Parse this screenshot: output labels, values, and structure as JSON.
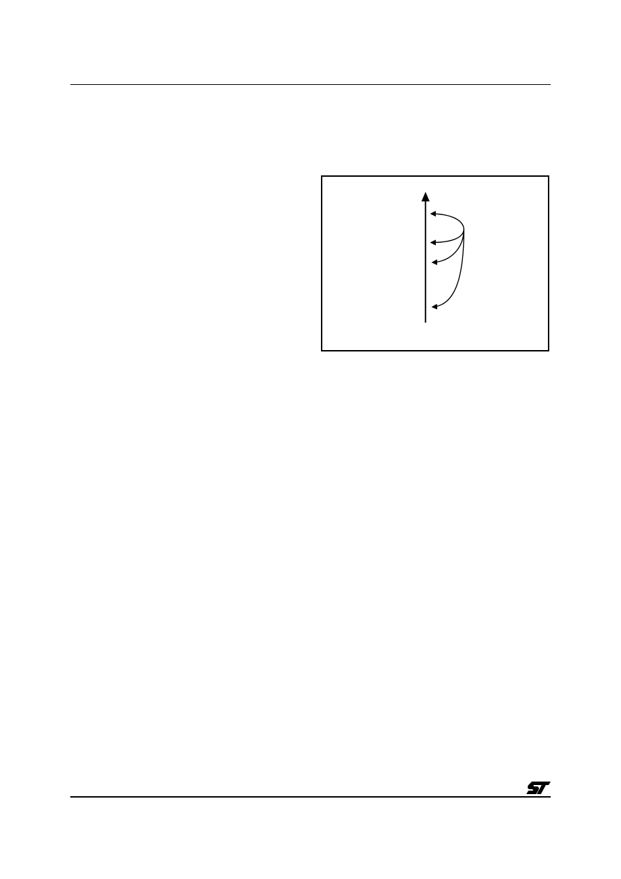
{
  "header": {},
  "figure": {
    "description_items": [
      "vertical-arrow",
      "curved-arrow-1",
      "curved-arrow-2",
      "curved-arrow-3",
      "curved-arrow-4"
    ]
  },
  "footer": {
    "logo_icon": "st-logo-icon"
  },
  "colors": {
    "ink": "#000000",
    "paper": "#ffffff"
  }
}
